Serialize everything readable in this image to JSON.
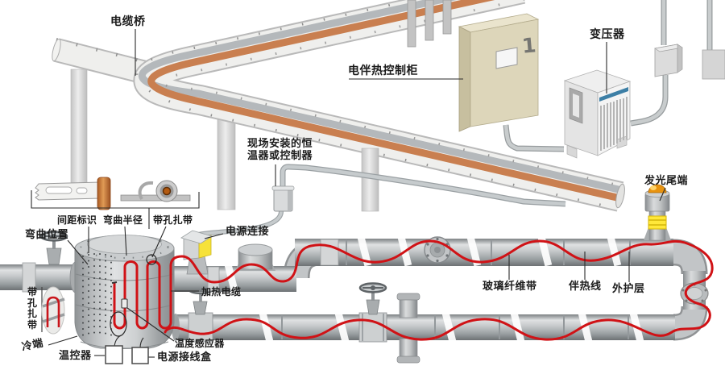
{
  "labels": {
    "cable_bridge": "电缆桥",
    "heat_trace_cabinet": "电伴热控制柜",
    "transformer": "变压器",
    "field_thermostat": "现场安装的恒温器或控制器",
    "glow_end": "发光尾端",
    "spacing_mark": "间距标识",
    "bend_radius": "弯曲半径",
    "perforated_tie_top": "带孔扎带",
    "bend_position": "弯曲位置",
    "power_connection": "电源连接",
    "heating_cable": "加热电缆",
    "glass_fiber_tape": "玻璃纤维带",
    "trace_line": "伴热线",
    "outer_jacket": "外护层",
    "perforated_tie_left": "带孔扎带",
    "cold_end": "冷端",
    "thermostat_ctrl": "温控器",
    "temp_sensor": "温度感应器",
    "power_junction_box": "电源接线盒"
  },
  "cabinet_marking": "1",
  "colors": {
    "heat_cable_red": "#d01216",
    "tray_cable_orange": "#c97f50",
    "warning_yellow": "#f6e23a",
    "cabinet_beige": "#ddd6ba",
    "transformer_stripe_blue": "#3d7fa6",
    "pipe_gray": "#c3c6c8",
    "label_black": "#1c1c1c"
  }
}
